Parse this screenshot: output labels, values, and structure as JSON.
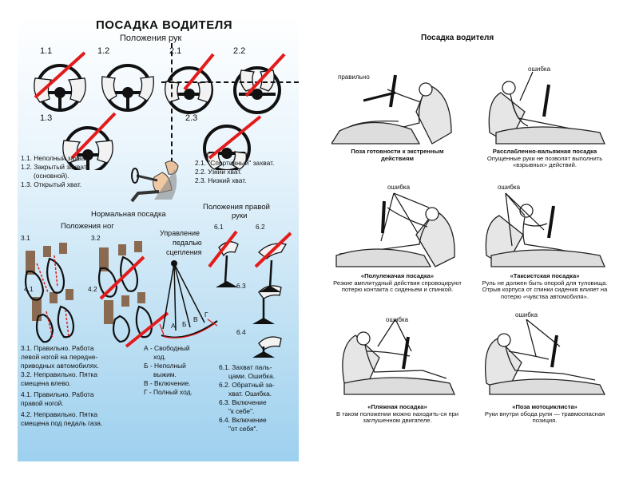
{
  "left": {
    "title": "ПОСАДКА ВОДИТЕЛЯ",
    "subtitle": "Положения рук",
    "hands": {
      "n11": "1.1",
      "n12": "1.2",
      "n13": "1.3",
      "n21": "2.1",
      "n22": "2.2",
      "n23": "2.3"
    },
    "hand_captions": [
      "1.1. Неполный захват.",
      "1.2. Закрытый захват",
      "(основной).",
      "1.3. Открытый хват."
    ],
    "hand_captions_2": [
      "2.1. \"Спортивный\" захват.",
      "2.2. Узкий хват.",
      "2.3. Низкий хват."
    ],
    "normal_posture": "Нормальная посадка",
    "legs_title": "Положения ног",
    "legs": {
      "n31": "3.1",
      "n32": "3.2",
      "n41": "4.1",
      "n42": "4.2"
    },
    "right_hand_title": [
      "Положения правой",
      "руки"
    ],
    "right_hand_nums": {
      "n61": "6.1",
      "n62": "6.2",
      "n63": "6.3",
      "n64": "6.4"
    },
    "clutch_title": [
      "Управление",
      "педалью",
      "сцепления"
    ],
    "clutch_letters": {
      "a": "А",
      "b": "Б",
      "v": "В",
      "g": "Г"
    },
    "legs_captions": [
      "3.1. Правильно.  Работа",
      "левой ногой на передне-",
      "приводных автомобилях.",
      "3.2. Неправильно. Пятка",
      "смещена влево.",
      "4.1. Правильно.  Работа",
      "правой ногой.",
      "4.2. Неправильно.  Пятка",
      "смещена под педаль газа."
    ],
    "clutch_captions": [
      "А - Свободный",
      "ход.",
      "Б - Неполный",
      "выжим.",
      "В - Включение.",
      "Г - Полный ход."
    ],
    "gear_captions": [
      "6.1. Захват паль-",
      "цами. Ошибка.",
      "6.2. Обратный за-",
      "хват. Ошибка.",
      "6.3. Включение",
      "\"к себе\".",
      "6.4. Включение",
      "\"от себя\"."
    ]
  },
  "right": {
    "title": "Посадка водителя",
    "labels": {
      "correct": "правильно",
      "error1": "ошибка",
      "error2": "ошибка",
      "error3": "ошибка",
      "error4": "ошибка",
      "error5": "ошибка"
    },
    "captions": [
      {
        "bold": "Поза готовности к экстренным",
        "rest": "действиям"
      },
      {
        "bold": "Расслабленно-вальяжная посадка",
        "rest": "Опущенные руки не позволят выполнить «взрывных» действий."
      },
      {
        "bold": "«Полулежачая посадка»",
        "rest": "Резкие амплитудный действия спровоцируют потерю контакта с сиденьем и спинкой."
      },
      {
        "bold": "«Таксистская посадка»",
        "rest": "Руль не должен быть опорой для туловища. Отрыв корпуса от спинки сидения влияет на потерю «чувства автомобиля»."
      },
      {
        "bold": "«Пляжная посадка»",
        "rest": "В таком положении можно находить-ся при заглушенном двигателе."
      },
      {
        "bold": "«Поза мотоциклиста»",
        "rest": "Руки внутри обода руля — травмоопасная позиция."
      }
    ]
  },
  "colors": {
    "cross": "#e41b1b",
    "bg_top": "#ffffff",
    "bg_bottom": "#9dd0ef"
  }
}
